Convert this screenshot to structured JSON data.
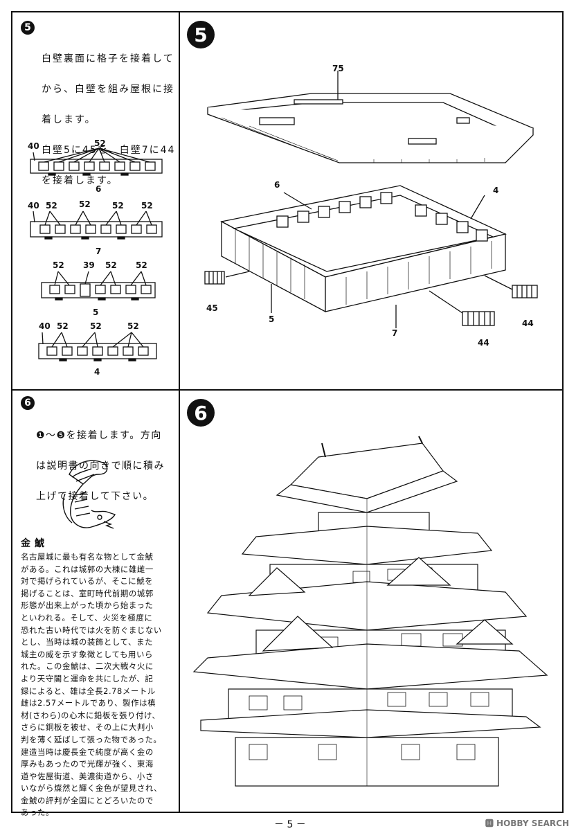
{
  "step5": {
    "badge": "5",
    "instruction_lines": [
      "白壁裏面に格子を接着して",
      "から、白壁を組み屋根に接",
      "着します。",
      "白壁5に45を、白壁7に44",
      "を接着します。"
    ]
  },
  "step6": {
    "badge": "6",
    "instruction_lines": [
      "❶～❺を接着します。方向",
      "は説明書の向きで順に積み",
      "上げて接着して下さい。"
    ],
    "section_title": "金鯱",
    "body_lines": [
      "名古屋城に最も有名な物として金鯱",
      "がある。これは城郭の大棟に雄雌一",
      "対で掲げられているが、そこに鯱を",
      "掲げることは、室町時代前期の城郭",
      "形態が出来上がった頃から始まった",
      "といわれる。そして、火災を極度に",
      "恐れた古い時代では火を防ぐまじない",
      "とし、当時は城の装飾として、また",
      "城主の威を示す象徴としても用いら",
      "れた。この金鯱は、二次大戦々火に",
      "より天守閣と運命を共にしたが、記",
      "録によると、雄は全長2.78メートル",
      "雌は2.57メートルであり、製作は槙",
      "材(さわら)の心木に鉛板を張り付け、",
      "さらに銅板を被せ、その上に大判小",
      "判を薄く延ばして張った物であった。",
      "建造当時は慶長金で純度が高く金の",
      "厚みもあったので光輝が強く、東海",
      "道や佐屋街道、美濃街道から、小さ",
      "いながら燦然と輝く金色が望見され、",
      "金鯱の評判が全国にとどろいたので",
      "あった。"
    ]
  },
  "wall_diagrams": {
    "wall6": {
      "part": "6",
      "labels": [
        "40",
        "52"
      ]
    },
    "wall7": {
      "part": "7",
      "labels": [
        "40",
        "52",
        "52",
        "52",
        "52"
      ]
    },
    "wall5": {
      "part": "5",
      "labels": [
        "52",
        "39",
        "52",
        "52"
      ]
    },
    "wall4": {
      "part": "4",
      "labels": [
        "40",
        "52",
        "52",
        "52"
      ]
    }
  },
  "assembly5": {
    "badge": "5",
    "part_labels": {
      "roof": "75",
      "wall6": "6",
      "wall4": "4",
      "lattice45": "45",
      "wall5": "5",
      "wall7": "7",
      "lattice44a": "44",
      "lattice44b": "44"
    }
  },
  "assembly6": {
    "badge": "6"
  },
  "footer": {
    "page": "－ 5 －",
    "watermark": "🅷 HOBBY SEARCH"
  }
}
